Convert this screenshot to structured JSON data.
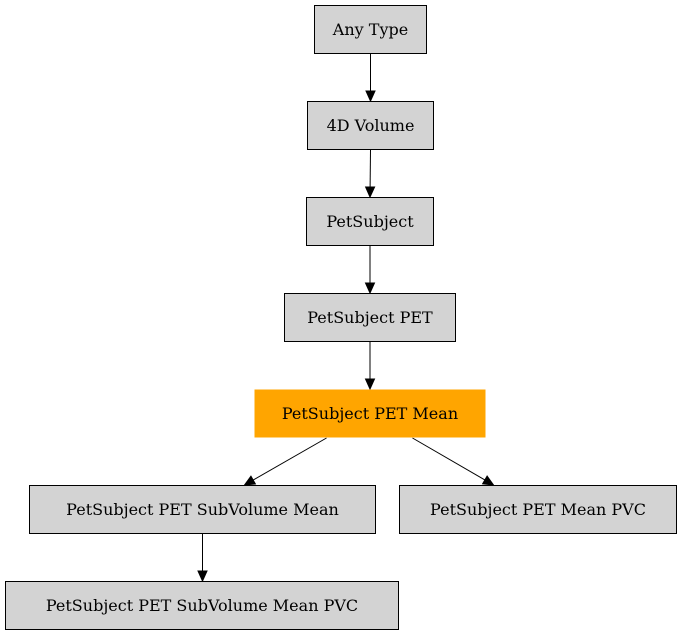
{
  "colors": {
    "node_fill": "#d3d3d3",
    "highlight_fill": "#ffa500",
    "stroke": "#000000"
  },
  "nodes": [
    {
      "id": "any_type",
      "label": "Any Type"
    },
    {
      "id": "volume_4d",
      "label": "4D Volume"
    },
    {
      "id": "pet_subject",
      "label": "PetSubject"
    },
    {
      "id": "pet_subject_pet",
      "label": "PetSubject PET"
    },
    {
      "id": "pet_subject_pet_mean",
      "label": "PetSubject PET Mean",
      "highlight": true
    },
    {
      "id": "pet_subject_pet_subvolume_mean",
      "label": "PetSubject PET SubVolume Mean"
    },
    {
      "id": "pet_subject_pet_mean_pvc",
      "label": "PetSubject PET Mean PVC"
    },
    {
      "id": "pet_subject_pet_subvolume_mean_pvc",
      "label": "PetSubject PET SubVolume Mean PVC"
    }
  ],
  "edges": [
    {
      "from": "any_type",
      "to": "volume_4d"
    },
    {
      "from": "volume_4d",
      "to": "pet_subject"
    },
    {
      "from": "pet_subject",
      "to": "pet_subject_pet"
    },
    {
      "from": "pet_subject_pet",
      "to": "pet_subject_pet_mean"
    },
    {
      "from": "pet_subject_pet_mean",
      "to": "pet_subject_pet_subvolume_mean"
    },
    {
      "from": "pet_subject_pet_mean",
      "to": "pet_subject_pet_mean_pvc"
    },
    {
      "from": "pet_subject_pet_subvolume_mean",
      "to": "pet_subject_pet_subvolume_mean_pvc"
    }
  ]
}
